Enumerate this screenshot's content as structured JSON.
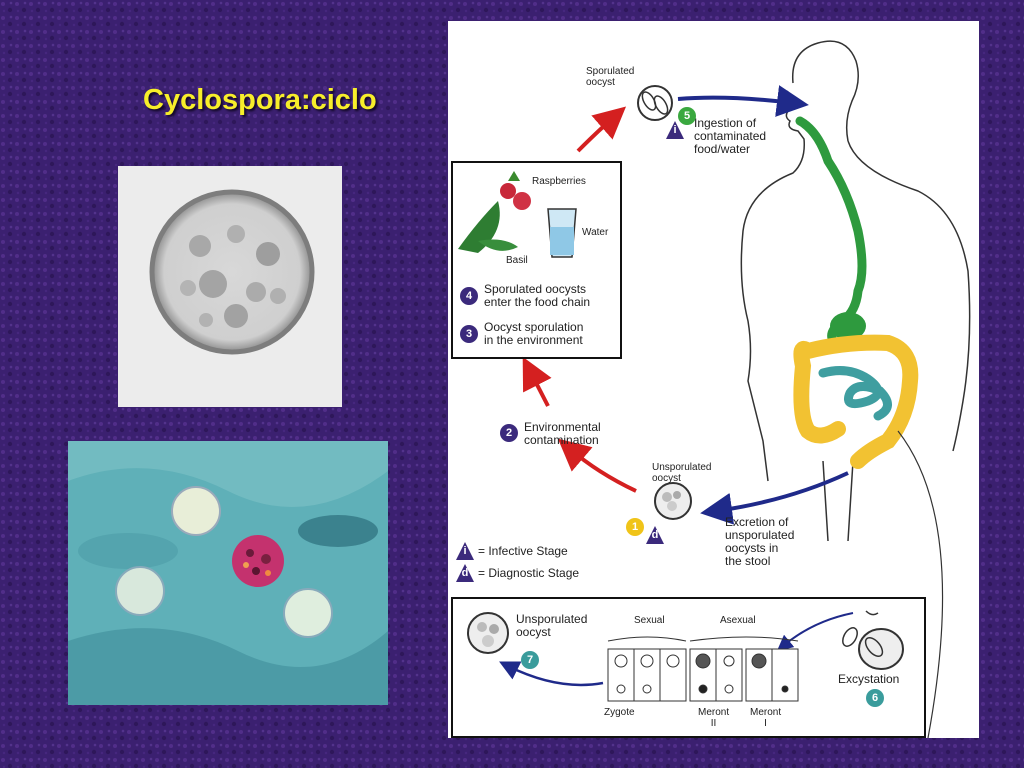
{
  "title": "Cyclospora:ciclo",
  "diagram": {
    "sporulated_oocyst": "Sporulated\noocyst",
    "ingestion": "Ingestion of\ncontaminated\nfood/water",
    "raspberries": "Raspberries",
    "water": "Water",
    "basil": "Basil",
    "stage4": "Sporulated oocysts\nenter the food chain",
    "stage3": "Oocyst sporulation\nin the environment",
    "stage2": "Environmental\ncontamination",
    "unsporulated_top": "Unsporulated\noocyst",
    "excretion": "Excretion of\nunsporulated\noocysts in\nthe stool",
    "legend_infective": "= Infective Stage",
    "legend_diagnostic": "= Diagnostic Stage",
    "unsporulated_bottom": "Unsporulated\noocyst",
    "sexual": "Sexual",
    "asexual": "Asexual",
    "zygote": "Zygote",
    "meront2": "Meront\nII",
    "meront1": "Meront\nI",
    "excystation": "Excystation",
    "n1": "1",
    "n2": "2",
    "n3": "3",
    "n4": "4",
    "n5": "5",
    "n6": "6",
    "n7": "7",
    "i_letter": "i",
    "d_letter": "d"
  },
  "colors": {
    "title": "#f7ee2a",
    "background": "#3a1f6e",
    "arrow_red": "#d42020",
    "arrow_blue": "#1f2a8a",
    "stage_purple": "#3b2a7c",
    "stage_green": "#3aa83f",
    "stage_yellow": "#f0c419",
    "stage_teal": "#3a9c9c",
    "gut_green": "#2e9a3e",
    "colon_yellow": "#f2c232",
    "intestine_teal": "#3f9ea0"
  }
}
